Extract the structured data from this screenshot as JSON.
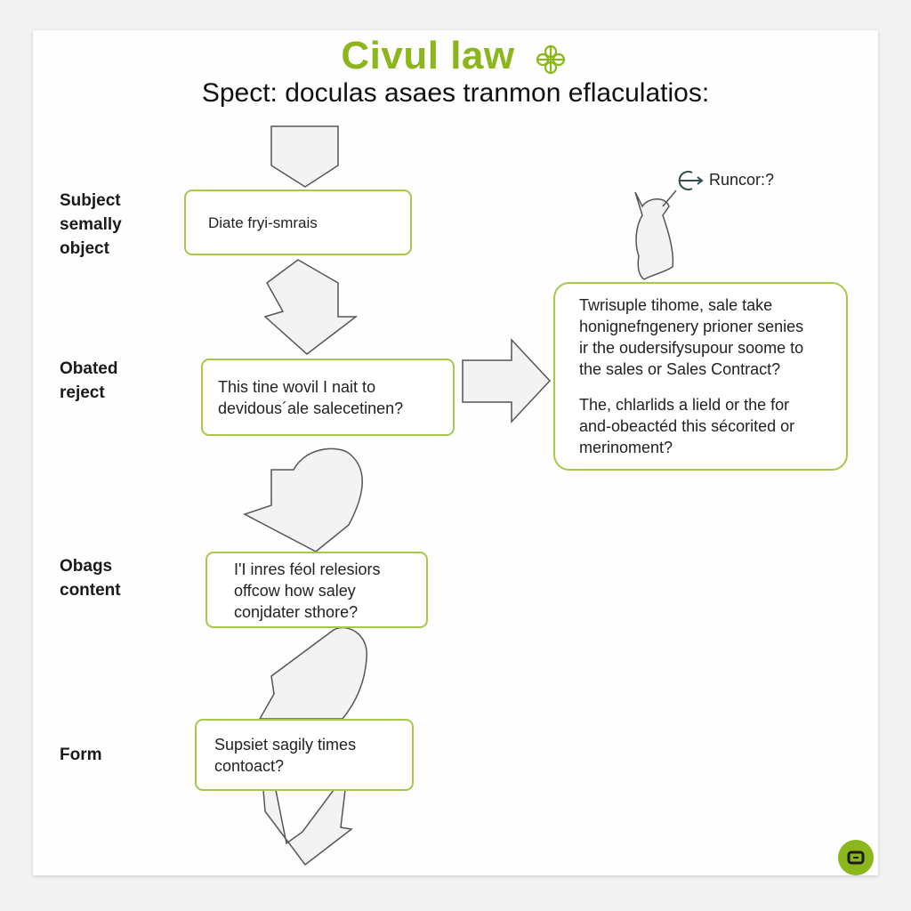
{
  "header": {
    "title": "Civul law",
    "subtitle": "Spect: doculas asaes tranmon eflaculatios:"
  },
  "side_labels": [
    [
      "Subject",
      "semally",
      "object"
    ],
    [
      "Obated",
      "reject"
    ],
    [
      "Obags",
      "content"
    ],
    [
      "Form"
    ]
  ],
  "boxes": [
    [
      "Diate fryi-smrais"
    ],
    [
      "This tine wovil I nait to",
      "devidous´ale salecetinen?"
    ],
    [
      "I'I inres féol relesiors",
      "offcow how saley",
      "conjdater sthore?"
    ],
    [
      "Supsiet sagily times",
      "contoact?"
    ]
  ],
  "side_box": {
    "lines_a": [
      "Twrisuple tihome, sale take",
      "honignefngenery prioner senies",
      "ir the oudersifysupour soome to",
      "the sales or Sales Contract?"
    ],
    "lines_b": [
      "The, chlarlids a lield or the for",
      "and-obeactéd this sécorited or",
      "merinoment?"
    ]
  },
  "callout": "Runcor:?",
  "colors": {
    "accent": "#8bb61c",
    "box_border": "#a6c94b",
    "arrow_fill": "#f3f3f3",
    "arrow_stroke": "#555555"
  },
  "icons": [
    "clover-icon",
    "return-arrow-icon",
    "corner-badge-icon"
  ]
}
